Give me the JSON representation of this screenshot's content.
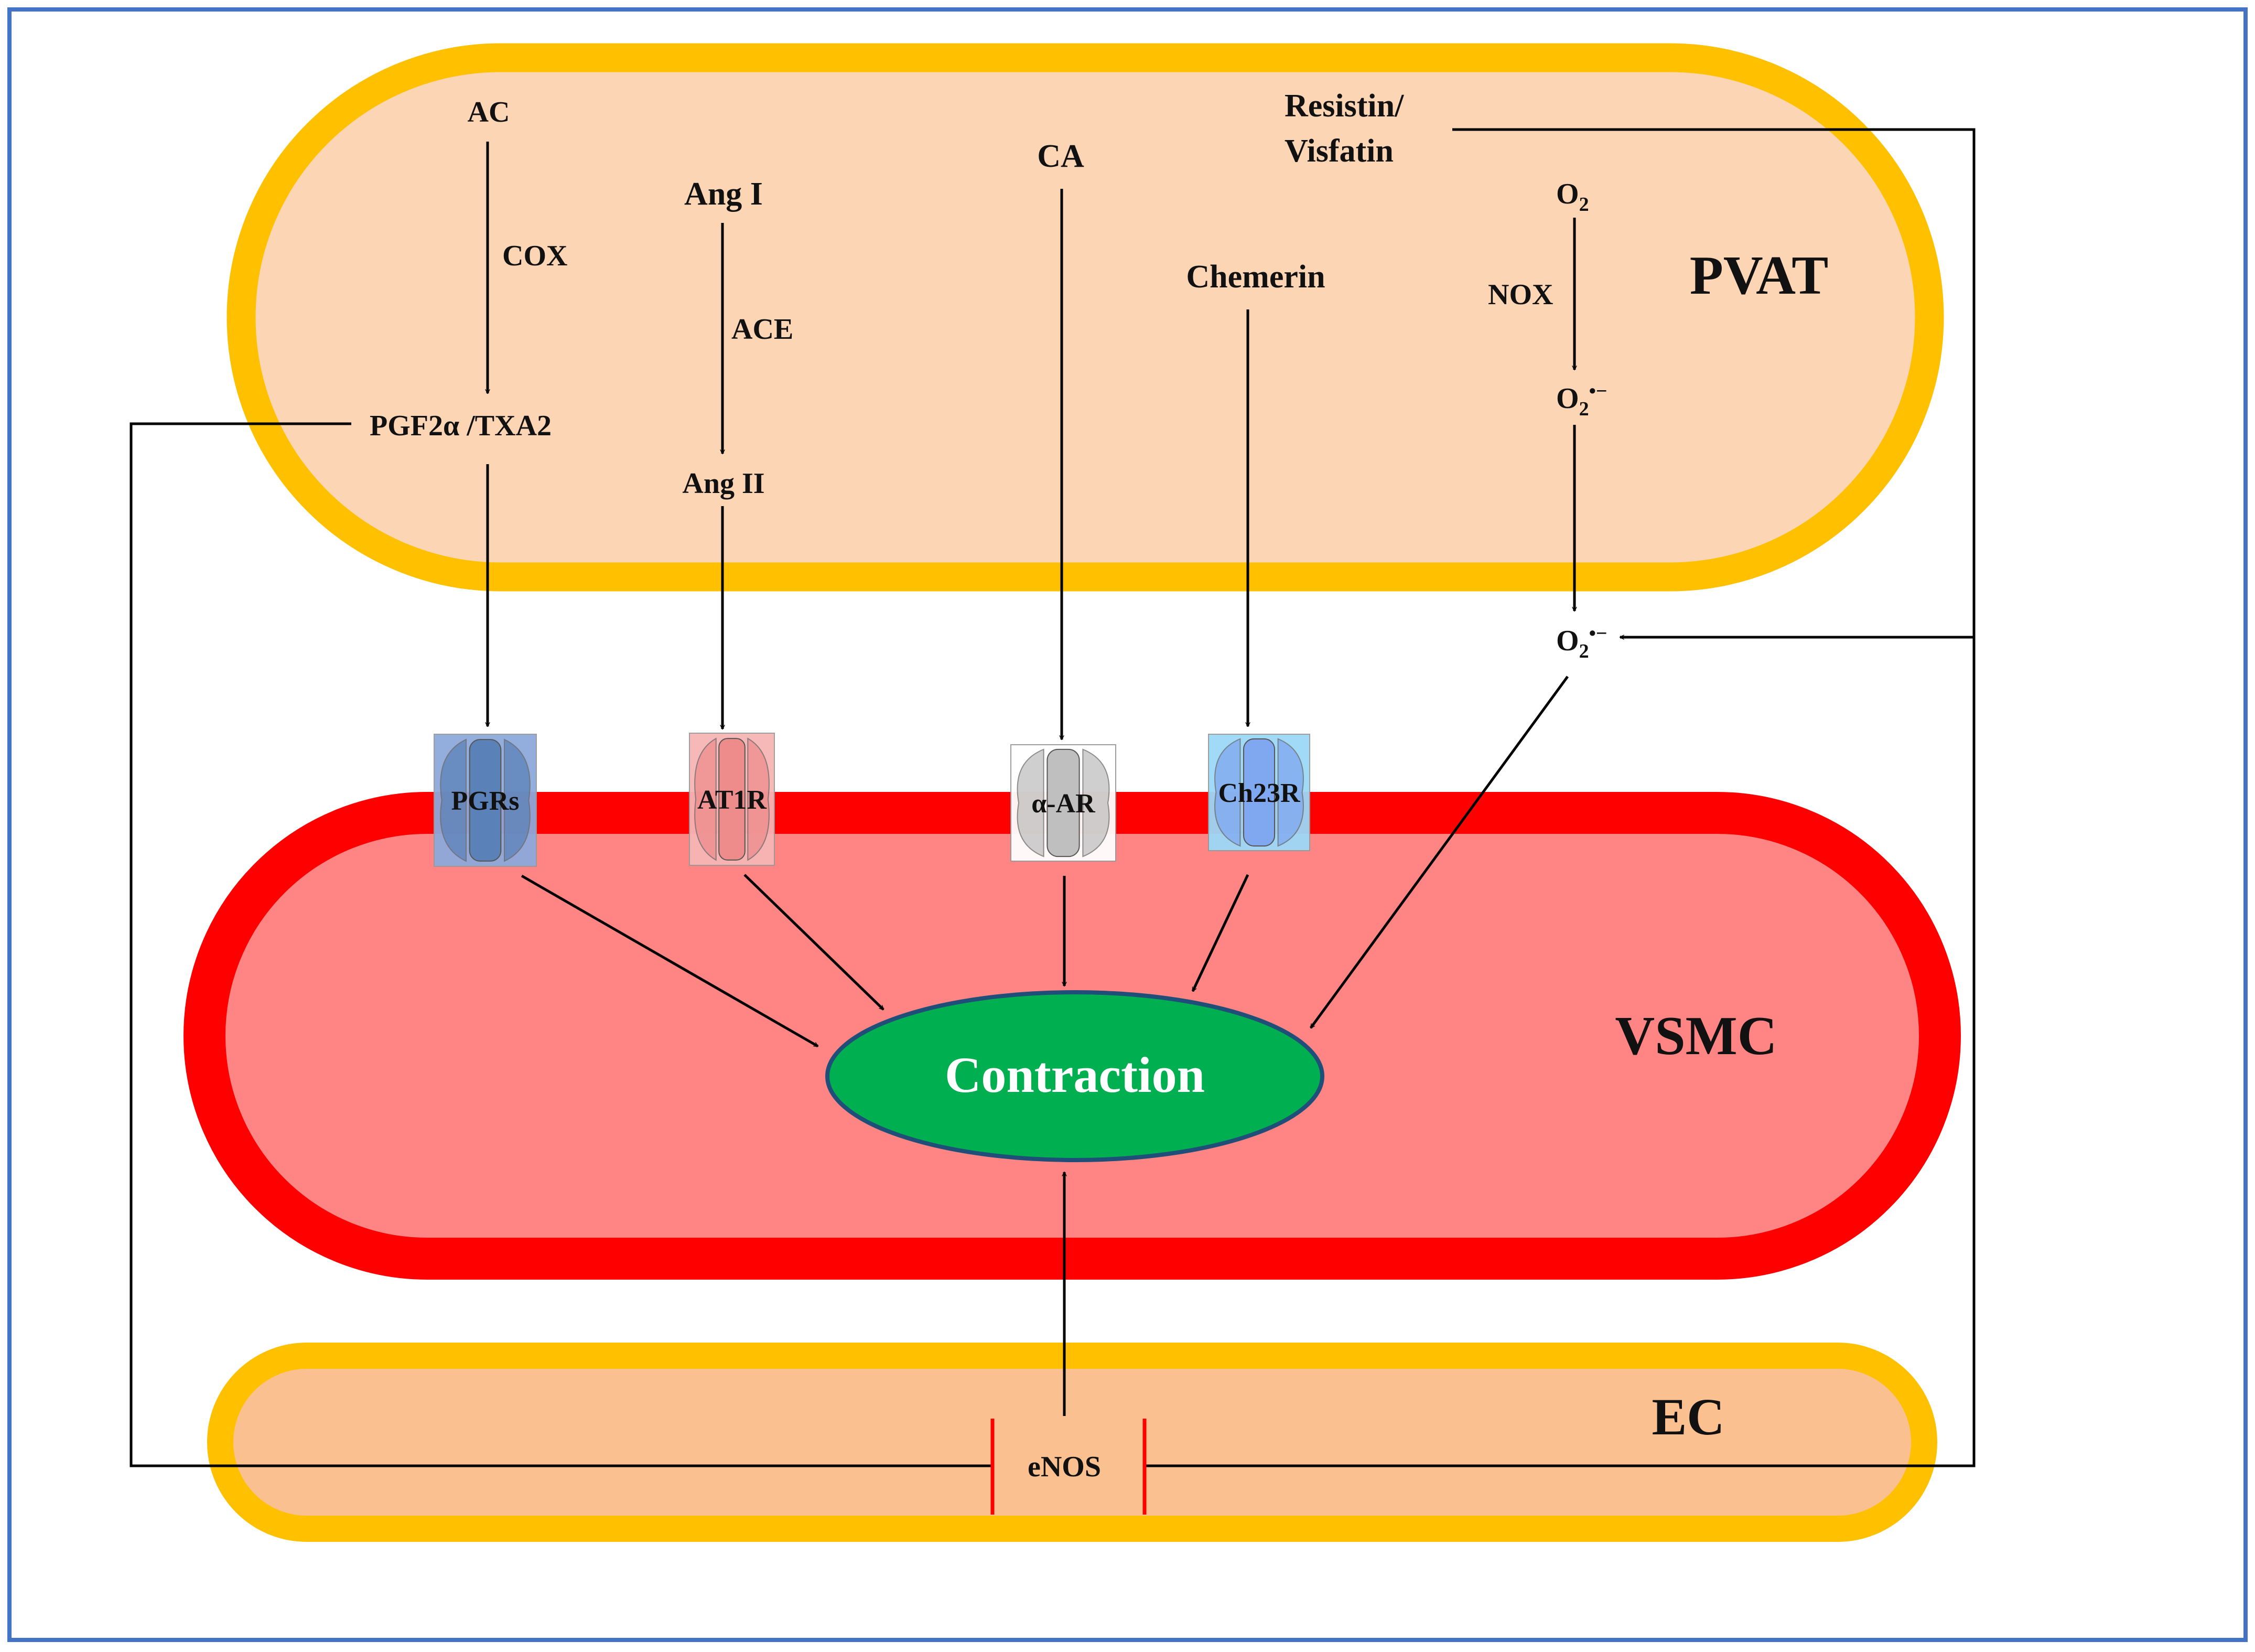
{
  "colors": {
    "frame": "#4472C4",
    "pvat_fill": "#FCD5B5",
    "pvat_border": "#FFC000",
    "vsmc_fill": "#FF8585",
    "vsmc_border": "#FF0000",
    "ec_fill": "#FAC090",
    "ec_border": "#FFC000",
    "contraction_fill": "#00B050",
    "contraction_border": "#1F4E79",
    "inhibit": "#FF0000",
    "arrow": "#000000"
  },
  "compartments": {
    "pvat": "PVAT",
    "vsmc": "VSMC",
    "ec": "EC"
  },
  "molecules": {
    "ac": "AC",
    "cox": "COX",
    "pgf_txa": "PGF2α /TXA2",
    "ang1": "Ang I",
    "ace": "ACE",
    "ang2": "Ang II",
    "ca": "CA",
    "chemerin": "Chemerin",
    "resistin_1": "Resistin/",
    "resistin_2": "Visfatin",
    "o2_base": "O",
    "o2_sub": "2",
    "nox": "NOX",
    "superoxide_sup": "•−",
    "enos": "eNOS",
    "contraction": "Contraction"
  },
  "receptors": [
    {
      "label": "PGRs",
      "icon": "prostaglandin-receptor-icon",
      "fill": "#8EA9DB",
      "body": "#5B82B8"
    },
    {
      "label": "AT1R",
      "icon": "at1-receptor-icon",
      "fill": "#F7B5B5",
      "body": "#EE8C8C"
    },
    {
      "label": "α-AR",
      "icon": "alpha-adrenergic-receptor-icon",
      "fill": "#FFFFFF",
      "body": "#BFBFBF"
    },
    {
      "label": "Ch23R",
      "icon": "chemerin-receptor-icon",
      "fill": "#9DD9F7",
      "body": "#7FA8F0"
    }
  ]
}
